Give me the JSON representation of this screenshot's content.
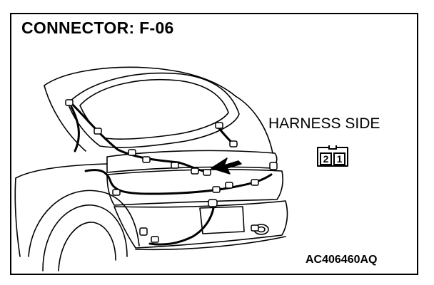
{
  "title": "CONNECTOR: F-06",
  "harness_side_label": "HARNESS SIDE",
  "connector_pins": [
    "2",
    "1"
  ],
  "figure_code": "AC406460AQ"
}
